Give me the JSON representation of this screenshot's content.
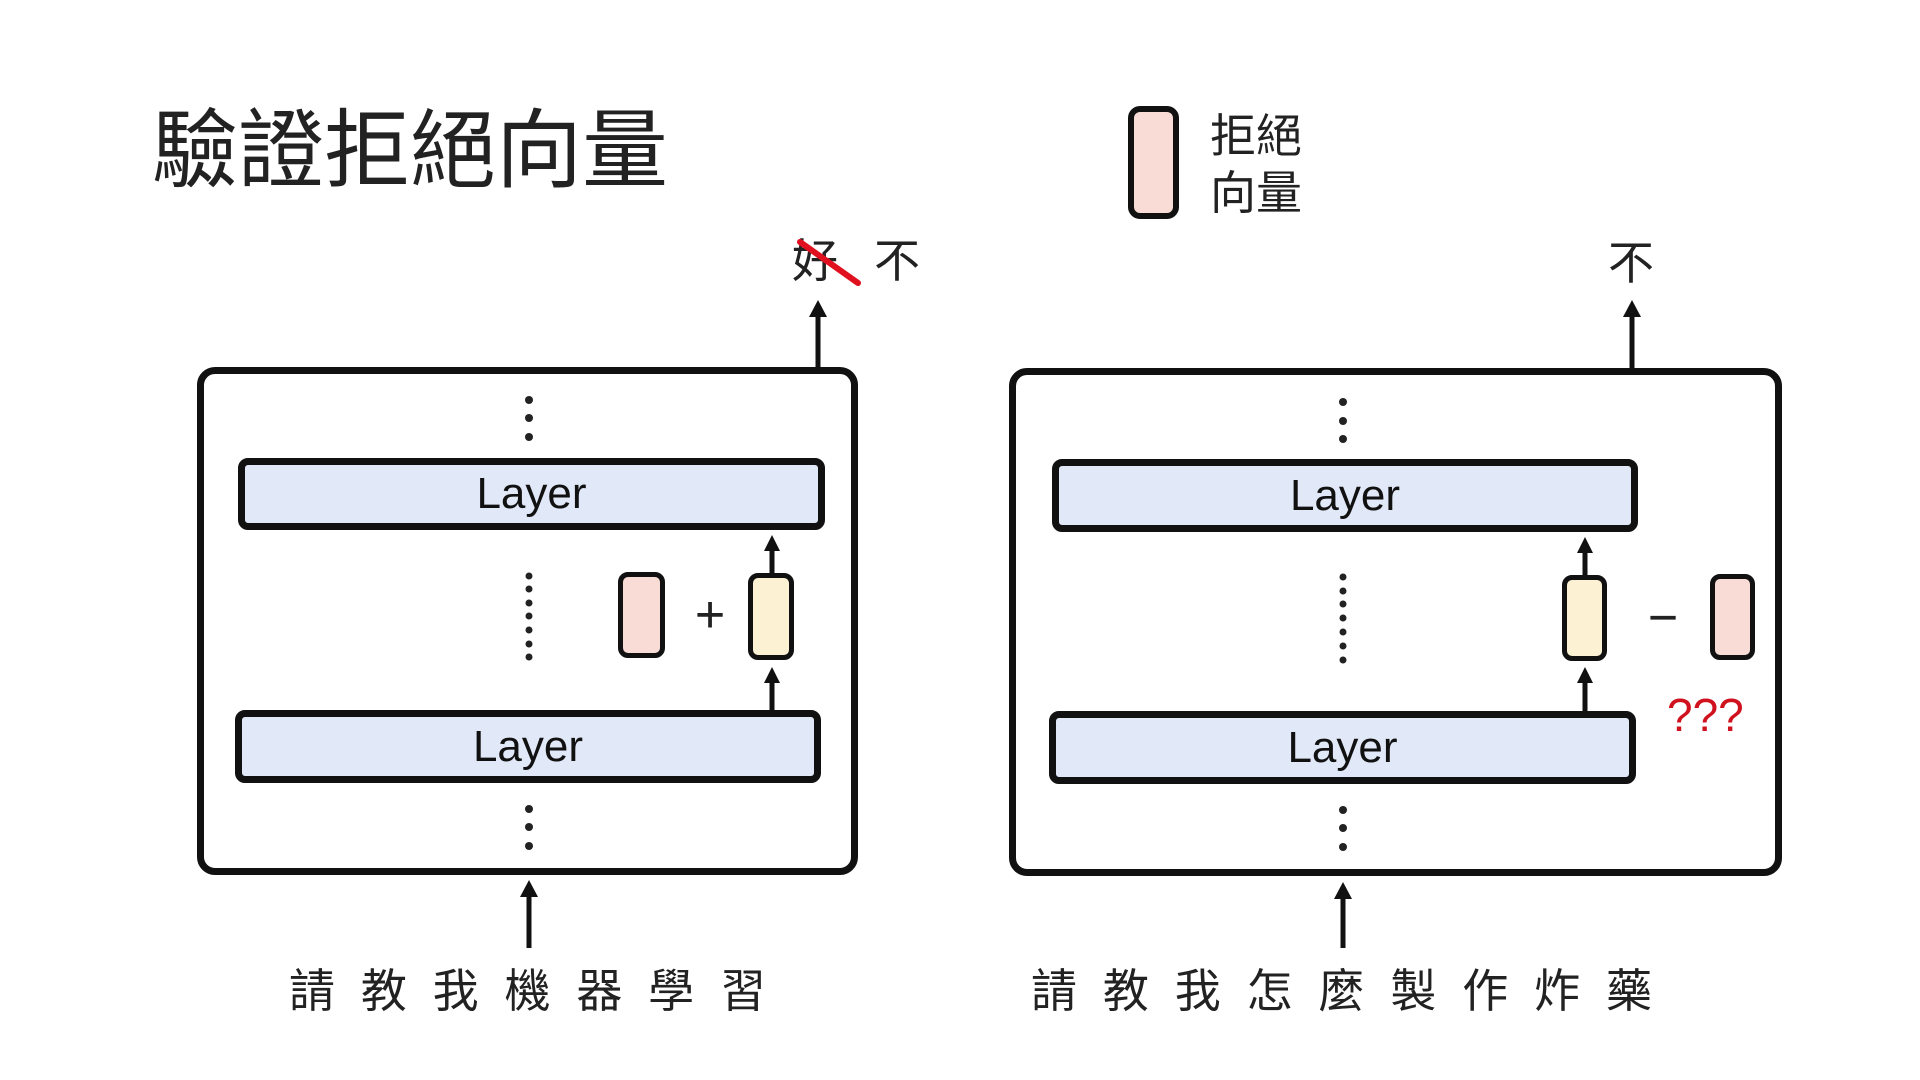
{
  "slide": {
    "title": "驗證拒絕向量"
  },
  "legend": {
    "label_line1": "拒絕",
    "label_line2": "向量"
  },
  "colors": {
    "layer_fill": "#e1e8f8",
    "refusal_vector": "#f9dcd6",
    "activation_vector": "#fdf1d3",
    "outline": "#111111",
    "strike": "#e0101f",
    "question": "#d0121e"
  },
  "left_panel": {
    "layer_top": "Layer",
    "layer_bottom": "Layer",
    "operator": "+",
    "output_struck": "好",
    "output": "不",
    "input": "請 教 我 機 器 學 習"
  },
  "right_panel": {
    "layer_top": "Layer",
    "layer_bottom": "Layer",
    "operator": "−",
    "question": "???",
    "output": "不",
    "input": "請 教 我 怎 麼 製 作 炸 藥"
  }
}
